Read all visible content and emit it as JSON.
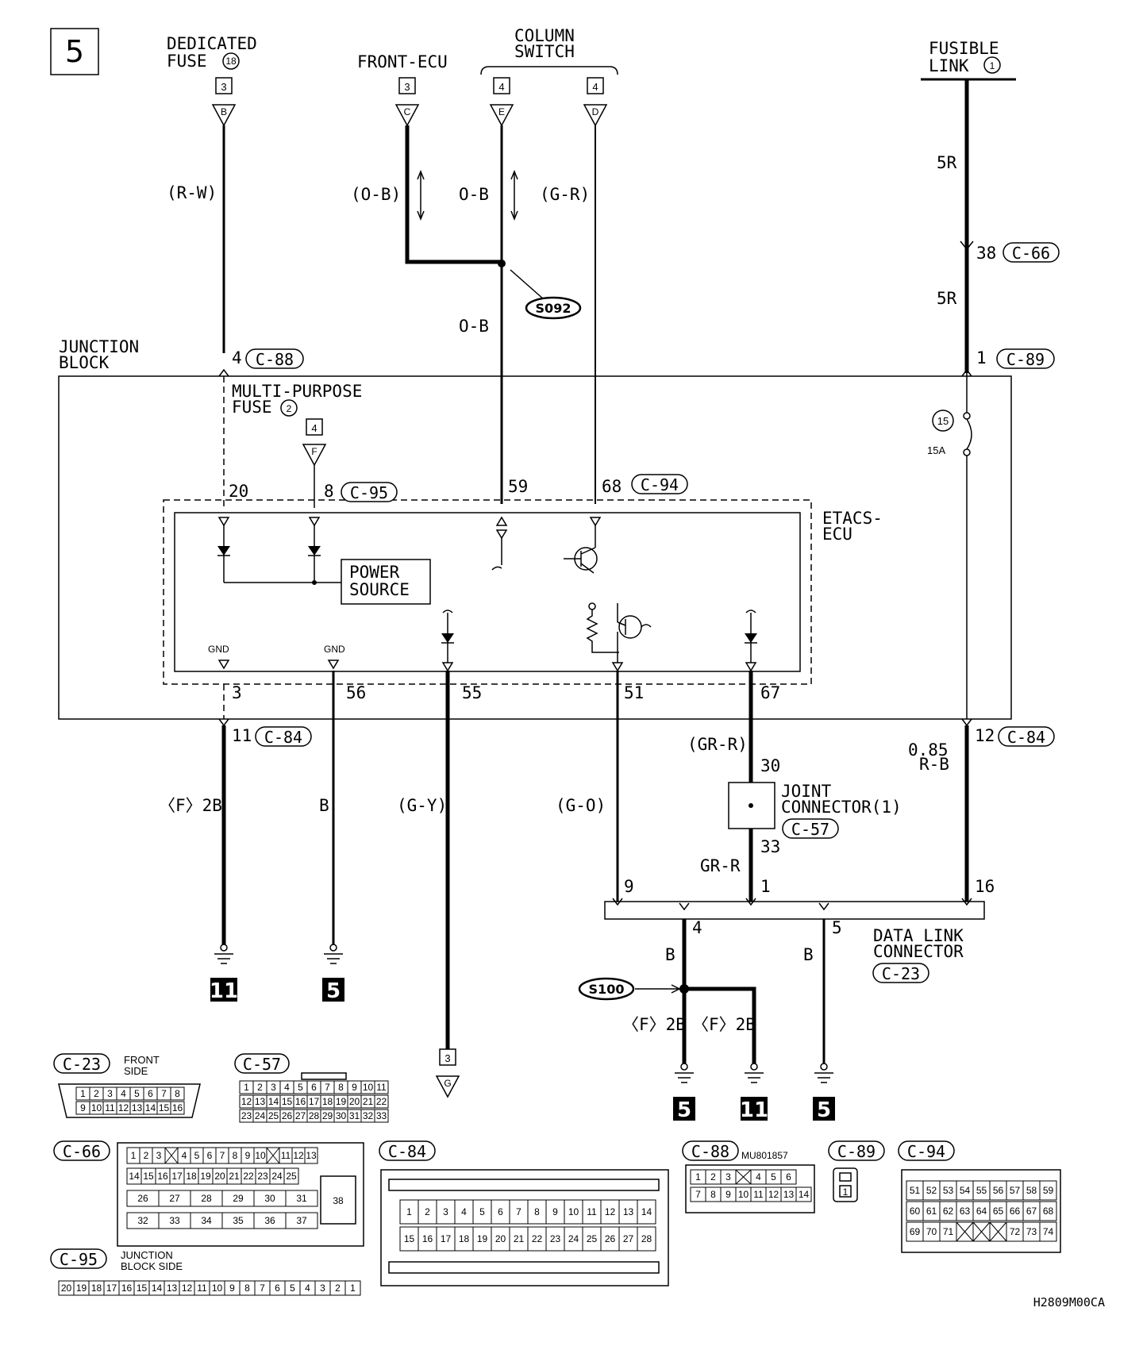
{
  "page": {
    "page_number": "5",
    "diagram_code": "H2809M00CA"
  },
  "sources": {
    "dedicated_fuse": {
      "title": "DEDICATED",
      "title2": "FUSE",
      "num": "18",
      "page_ref": "3",
      "conn": "B",
      "wire": "(R-W)"
    },
    "front_ecu": {
      "title": "FRONT-ECU",
      "page_ref": "3",
      "conn": "C",
      "wire": "(O-B)"
    },
    "column_switch": {
      "title": "COLUMN",
      "title2": "SWITCH",
      "e_ref": "4",
      "e_conn": "E",
      "e_wire": "O-B",
      "d_ref": "4",
      "d_conn": "D",
      "d_wire": "(G-R)"
    },
    "fusible_link": {
      "title": "FUSIBLE",
      "title2": "LINK",
      "num": "1",
      "wire_top": "5R",
      "pin": "38",
      "conn": "C-66",
      "wire_bottom": "5R"
    }
  },
  "splices": {
    "s092": "S092",
    "s100": "S100"
  },
  "junction_block": {
    "label": "JUNCTION",
    "label2": "BLOCK",
    "wire_ob_below": "O-B",
    "pin_left": "4",
    "conn_left": "C-88",
    "pin_right": "1",
    "conn_right": "C-89",
    "mpf": "MULTI-PURPOSE",
    "mpf2": "FUSE",
    "mpf_num": "2",
    "fuse_num": "15",
    "fuse_amp": "15A",
    "f_ref": "4",
    "f_conn": "F"
  },
  "etacs": {
    "label": "ETACS-",
    "label2": "ECU",
    "pin20": "20",
    "pin8": "8",
    "conn_c95": "C-95",
    "pin59": "59",
    "pin68": "68",
    "conn_c94": "C-94",
    "power_source": "POWER",
    "power_source2": "SOURCE",
    "gnd1": "GND",
    "gnd2": "GND",
    "pin3": "3",
    "pin56": "56",
    "pin55": "55",
    "pin51": "51",
    "pin67": "67"
  },
  "lower": {
    "pin11": "11",
    "conn_c84": "C-84",
    "pin12": "12",
    "wire_f2b": "〈F〉2B",
    "wire_b": "B",
    "wire_gy": "(G-Y)",
    "wire_go": "(G-O)",
    "wire_grr": "(GR-R)",
    "wire_085": "0.85",
    "wire_rb": "R-B",
    "joint_pin30": "30",
    "joint_label": "JOINT",
    "joint_label2": "CONNECTOR(1)",
    "joint_conn": "C-57",
    "joint_pin33": "33",
    "wire_grr2": "GR-R",
    "dlc_pin9": "9",
    "dlc_pin1": "1",
    "dlc_pin16": "16",
    "dlc_pin4": "4",
    "dlc_pin5": "5",
    "dlc_label": "DATA LINK",
    "dlc_label2": "CONNECTOR",
    "dlc_conn": "C-23",
    "wire_b2": "B",
    "wire_b3": "B",
    "wire_f2b_a": "〈F〉2B",
    "wire_f2b_b": "〈F〉2B",
    "g_ref": "3",
    "g_conn": "G",
    "ground_11a": "11",
    "ground_5a": "5",
    "ground_5b": "5",
    "ground_11b": "11",
    "ground_5c": "5"
  },
  "connectors": {
    "c23": {
      "name": "C-23",
      "note": "FRONT",
      "note2": "SIDE",
      "row1": [
        "1",
        "2",
        "3",
        "4",
        "5",
        "6",
        "7",
        "8"
      ],
      "row2": [
        "9",
        "10",
        "11",
        "12",
        "13",
        "14",
        "15",
        "16"
      ]
    },
    "c57": {
      "name": "C-57",
      "row1": [
        "1",
        "2",
        "3",
        "4",
        "5",
        "6",
        "7",
        "8",
        "9",
        "10",
        "11"
      ],
      "row2": [
        "12",
        "13",
        "14",
        "15",
        "16",
        "17",
        "18",
        "19",
        "20",
        "21",
        "22"
      ],
      "row3": [
        "23",
        "24",
        "25",
        "26",
        "27",
        "28",
        "29",
        "30",
        "31",
        "32",
        "33"
      ]
    },
    "c66": {
      "name": "C-66",
      "row1": [
        "1",
        "2",
        "3",
        "",
        "4",
        "5",
        "6",
        "7",
        "8",
        "9",
        "10",
        "",
        "11",
        "12",
        "13"
      ],
      "row2": [
        "14",
        "15",
        "16",
        "17",
        "18",
        "19",
        "20",
        "21",
        "22",
        "23",
        "24",
        "25"
      ],
      "row3": [
        "26",
        "27",
        "28",
        "29",
        "30",
        "31"
      ],
      "row4": [
        "32",
        "33",
        "34",
        "35",
        "36",
        "37"
      ],
      "big": "38"
    },
    "c84": {
      "name": "C-84",
      "row1": [
        "1",
        "2",
        "3",
        "4",
        "5",
        "6",
        "7",
        "8",
        "9",
        "10",
        "11",
        "12",
        "13",
        "14"
      ],
      "row2": [
        "15",
        "16",
        "17",
        "18",
        "19",
        "20",
        "21",
        "22",
        "23",
        "24",
        "25",
        "26",
        "27",
        "28"
      ]
    },
    "c88": {
      "name": "C-88",
      "part": "MU801857",
      "row1": [
        "1",
        "2",
        "3",
        "",
        "4",
        "5",
        "6"
      ],
      "row2": [
        "7",
        "8",
        "9",
        "10",
        "11",
        "12",
        "13",
        "14"
      ]
    },
    "c89": {
      "name": "C-89",
      "pin": "1"
    },
    "c94": {
      "name": "C-94",
      "row1": [
        "51",
        "52",
        "53",
        "54",
        "55",
        "56",
        "57",
        "58",
        "59"
      ],
      "row2": [
        "60",
        "61",
        "62",
        "63",
        "64",
        "65",
        "66",
        "67",
        "68"
      ],
      "row3": [
        "69",
        "70",
        "71",
        "",
        "",
        "",
        "72",
        "73",
        "74"
      ]
    },
    "c95": {
      "name": "C-95",
      "note": "JUNCTION",
      "note2": "BLOCK SIDE",
      "row": [
        "20",
        "19",
        "18",
        "17",
        "16",
        "15",
        "14",
        "13",
        "12",
        "11",
        "10",
        "9",
        "8",
        "7",
        "6",
        "5",
        "4",
        "3",
        "2",
        "1"
      ]
    }
  }
}
